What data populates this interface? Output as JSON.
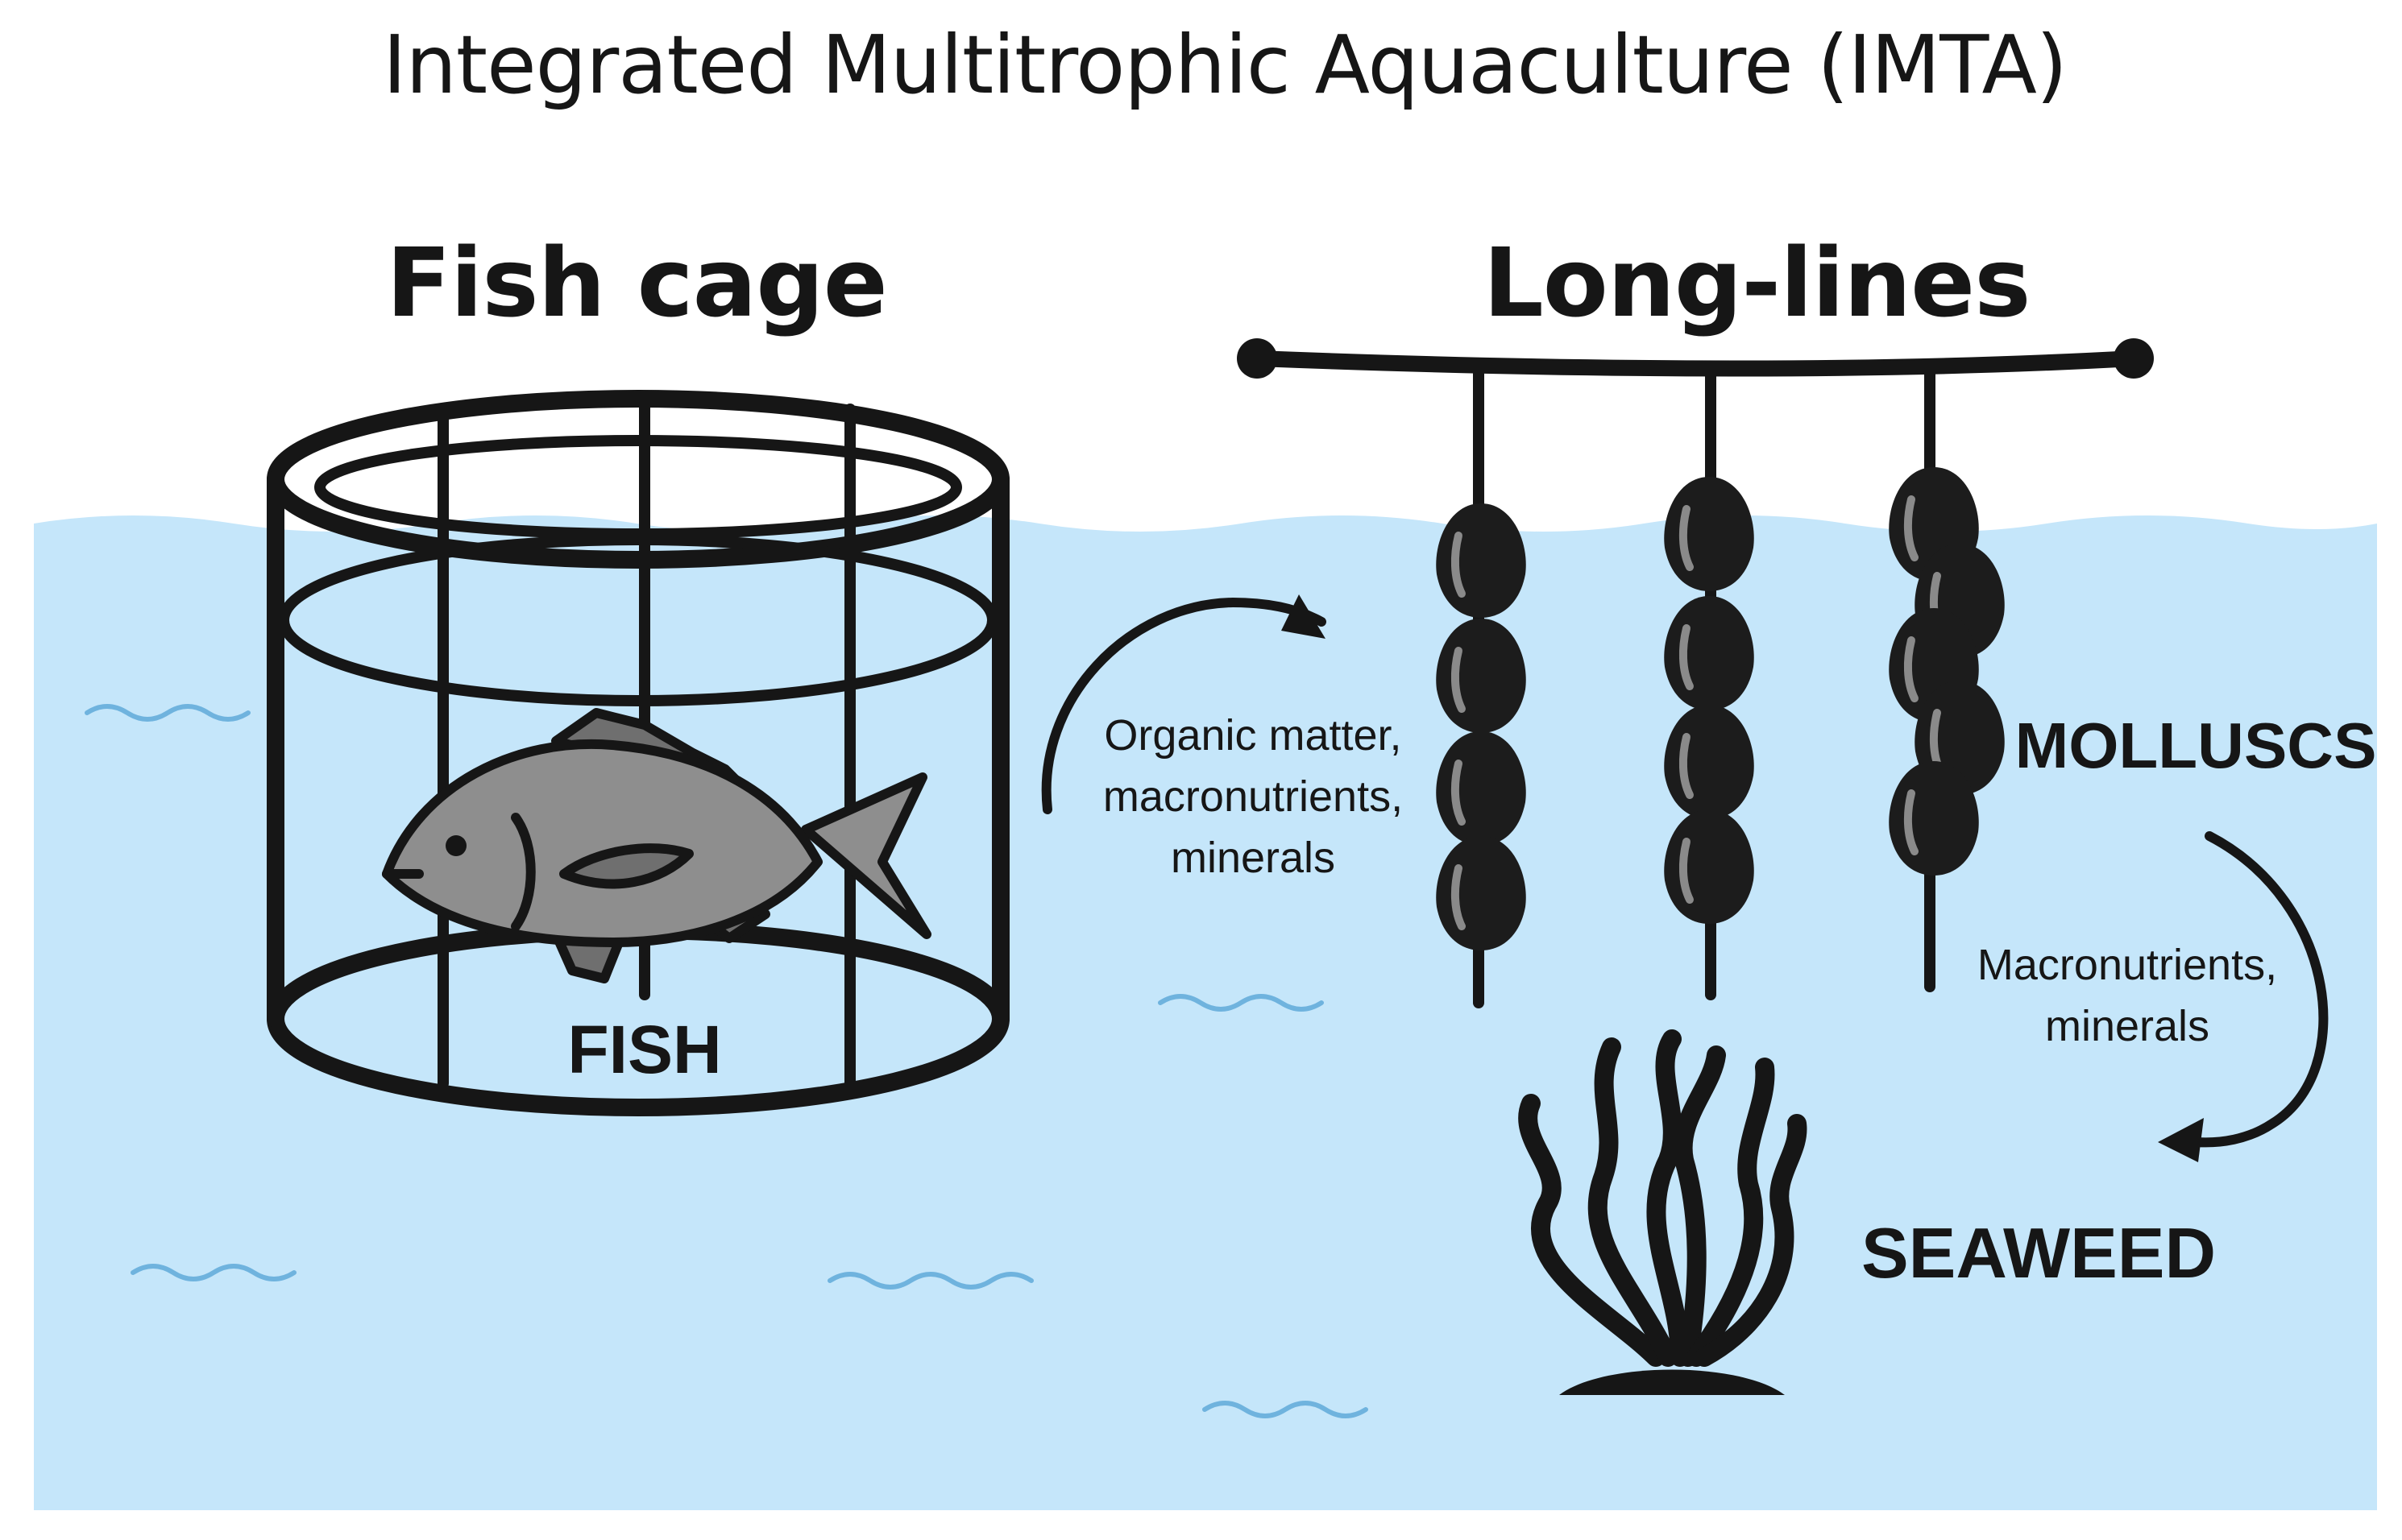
{
  "title": "Integrated Multitrophic Aquaculture (IMTA)",
  "sections": {
    "fish_cage": {
      "heading": "Fish cage",
      "organism_label": "FISH"
    },
    "long_lines": {
      "heading": "Long-lines",
      "organism_label": "MOLLUSCS"
    },
    "seaweed": {
      "organism_label": "SEAWEED"
    }
  },
  "flows": [
    {
      "from": "FISH",
      "to": "MOLLUSCS",
      "lines": [
        "Organic matter,",
        "macronutrients,",
        "minerals"
      ]
    },
    {
      "from": "MOLLUSCS",
      "to": "SEAWEED",
      "lines": [
        "Macronutrients,",
        "minerals"
      ]
    }
  ],
  "icons": [
    "fish-cage-icon",
    "fish-icon",
    "long-line-icon",
    "mussel-icon",
    "seaweed-icon",
    "flow-arrow-icon",
    "wave-icon"
  ],
  "colors": {
    "water": "#c5e6fa",
    "wave_accent": "#6fb3de",
    "ink": "#161616",
    "fish_body": "#8e8e8e",
    "fish_fin": "#6f6f6f",
    "mussel": "#1c1c1c",
    "mussel_highlight": "#8a8a8a"
  }
}
